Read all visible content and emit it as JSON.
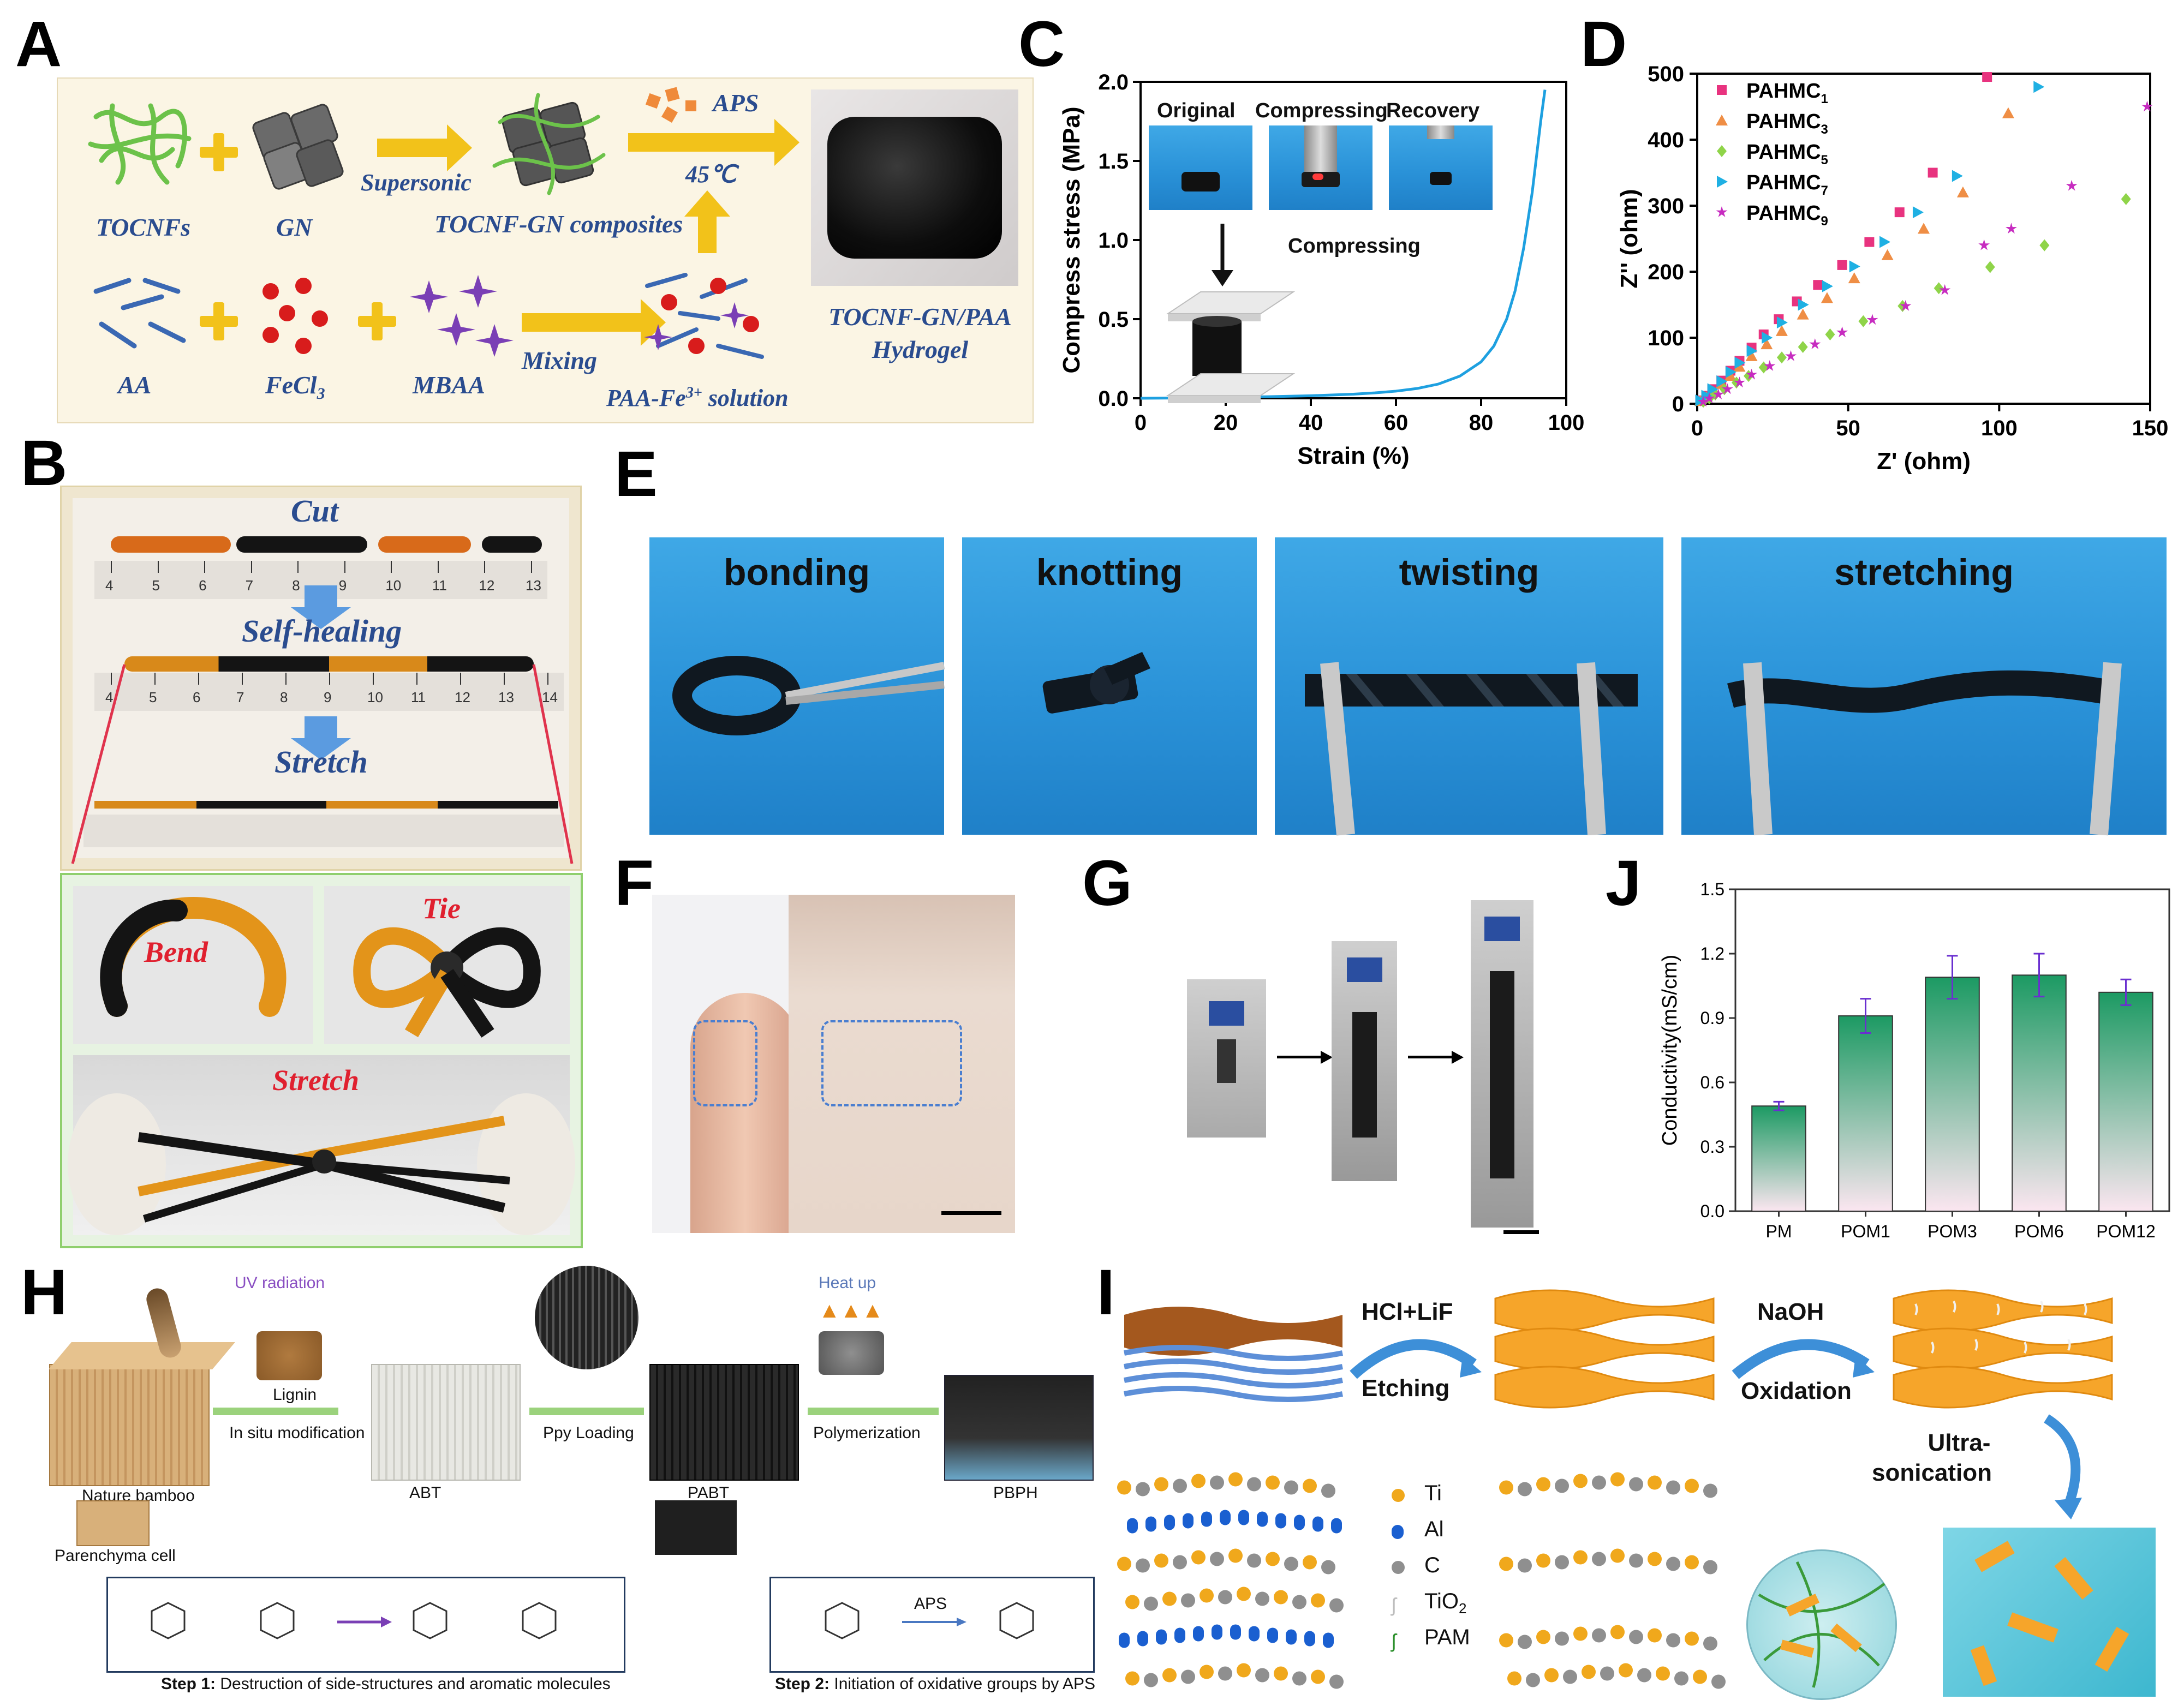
{
  "panel_labels": {
    "A": "A",
    "B": "B",
    "C": "C",
    "D": "D",
    "E": "E",
    "F": "F",
    "G": "G",
    "H": "H",
    "I": "I",
    "J": "J"
  },
  "panelA": {
    "tocnfs": "TOCNFs",
    "gn": "GN",
    "supersonic": "Supersonic",
    "composites": "TOCNF-GN composites",
    "aps": "APS",
    "temp": "45℃",
    "aa": "AA",
    "fecl3": "FeCl",
    "fecl3_sub": "3",
    "mbaa": "MBAA",
    "mixing": "Mixing",
    "solution": "PAA-Fe",
    "solution_sup": "3+",
    "solution_tail": " solution",
    "hydrogel_1": "TOCNF-GN/PAA",
    "hydrogel_2": "Hydrogel"
  },
  "panelB": {
    "cut": "Cut",
    "selfheal": "Self-healing",
    "stretch": "Stretch",
    "bend": "Bend",
    "tie": "Tie",
    "stretch2": "Stretch",
    "ruler1": [
      "4",
      "5",
      "6",
      "7",
      "8",
      "9",
      "10",
      "11",
      "12",
      "13"
    ],
    "ruler2": [
      "4",
      "5",
      "6",
      "7",
      "8",
      "9",
      "10",
      "11",
      "12",
      "13",
      "14"
    ]
  },
  "panelC": {
    "original": "Original",
    "compressing": "Compressing",
    "recovery": "Recovery",
    "arrow_label": "Compressing"
  },
  "panelE": {
    "labels": [
      "bonding",
      "knotting",
      "twisting",
      "stretching"
    ]
  },
  "panelH": {
    "uv": "UV radiation",
    "lignin": "Lignin",
    "insitu": "In situ modification",
    "bamboo": "Nature bamboo",
    "abt": "ABT",
    "ppy": "Ppy Loading",
    "pabt": "PABT",
    "heat": "Heat up",
    "poly": "Polymerization",
    "pbph": "PBPH",
    "parenchyma": "Parenchyma cell",
    "aps": "APS",
    "step1_bold": "Step 1:",
    "step1_text": " Destruction of side-structures and aromatic molecules",
    "step2_bold": "Step 2:",
    "step2_text": " Initiation of oxidative groups by APS"
  },
  "panelI": {
    "etch1": "HCl+LiF",
    "etch2": "Etching",
    "naoh": "NaOH",
    "oxid": "Oxidation",
    "ultra1": "Ultra-",
    "ultra2": "sonication",
    "legend": [
      "Ti",
      "Al",
      "C",
      "TiO",
      "PAM"
    ],
    "tio2_sub": "2"
  },
  "chart_data": [
    {
      "panel": "C",
      "type": "line",
      "xlabel": "Strain (%)",
      "ylabel": "Compress stress (MPa)",
      "xlim": [
        0,
        100
      ],
      "ylim": [
        0,
        2.0
      ],
      "xticks": [
        0,
        20,
        40,
        60,
        80,
        100
      ],
      "yticks": [
        0.0,
        0.5,
        1.0,
        1.5,
        2.0
      ],
      "series": [
        {
          "color": "#1ea0e0",
          "x": [
            0,
            10,
            20,
            30,
            40,
            50,
            55,
            60,
            65,
            70,
            75,
            80,
            83,
            86,
            88,
            90,
            92,
            94,
            95
          ],
          "y": [
            0,
            0.002,
            0.005,
            0.01,
            0.016,
            0.026,
            0.034,
            0.045,
            0.062,
            0.09,
            0.14,
            0.23,
            0.33,
            0.5,
            0.68,
            0.95,
            1.3,
            1.75,
            1.95
          ]
        }
      ]
    },
    {
      "panel": "D",
      "type": "scatter",
      "xlabel": "Z' (ohm)",
      "ylabel": "Z'' (ohm)",
      "xlim": [
        0,
        150
      ],
      "ylim": [
        0,
        500
      ],
      "xticks": [
        0,
        50,
        100,
        150
      ],
      "yticks": [
        0,
        100,
        200,
        300,
        400,
        500
      ],
      "legend_position": "top-left",
      "series": [
        {
          "name": "PAHMC",
          "sub": "1",
          "color": "#e8337f",
          "marker": "square",
          "x": [
            1,
            3,
            5,
            8,
            11,
            14,
            18,
            22,
            27,
            33,
            40,
            48,
            57,
            67,
            78,
            96
          ],
          "y": [
            5,
            12,
            22,
            35,
            50,
            65,
            85,
            105,
            128,
            155,
            180,
            210,
            245,
            290,
            350,
            495
          ]
        },
        {
          "name": "PAHMC",
          "sub": "3",
          "color": "#ef8e45",
          "marker": "triangle",
          "x": [
            1,
            3,
            5,
            8,
            11,
            14,
            18,
            23,
            28,
            35,
            43,
            52,
            63,
            75,
            88,
            103
          ],
          "y": [
            4,
            10,
            18,
            30,
            42,
            56,
            72,
            90,
            110,
            135,
            160,
            190,
            225,
            265,
            320,
            440
          ]
        },
        {
          "name": "PAHMC",
          "sub": "5",
          "color": "#8fd449",
          "marker": "diamond",
          "x": [
            2,
            4,
            6,
            9,
            13,
            17,
            22,
            28,
            35,
            44,
            55,
            68,
            80,
            97,
            115,
            142
          ],
          "y": [
            3,
            8,
            14,
            22,
            32,
            42,
            55,
            70,
            86,
            105,
            125,
            148,
            175,
            207,
            240,
            310
          ]
        },
        {
          "name": "PAHMC",
          "sub": "7",
          "color": "#1fb0e3",
          "marker": "triangle-right",
          "x": [
            1,
            3,
            5,
            8,
            11,
            14,
            18,
            23,
            28,
            35,
            43,
            52,
            62,
            73,
            86,
            113
          ],
          "y": [
            5,
            12,
            22,
            34,
            48,
            62,
            80,
            100,
            123,
            150,
            178,
            208,
            245,
            290,
            345,
            480
          ]
        },
        {
          "name": "PAHMC",
          "sub": "9",
          "color": "#c72cc0",
          "marker": "star",
          "x": [
            2,
            4,
            7,
            10,
            14,
            18,
            24,
            31,
            39,
            48,
            58,
            69,
            82,
            95,
            104,
            124,
            149
          ],
          "y": [
            3,
            8,
            14,
            22,
            32,
            44,
            57,
            72,
            90,
            108,
            127,
            148,
            172,
            240,
            265,
            330,
            450
          ]
        }
      ]
    },
    {
      "panel": "J",
      "type": "bar",
      "ylabel": "Conductivity(mS/cm)",
      "categories": [
        "PM",
        "POM1",
        "POM3",
        "POM6",
        "POM12"
      ],
      "values": [
        0.49,
        0.91,
        1.09,
        1.1,
        1.02
      ],
      "errors": [
        0.02,
        0.08,
        0.1,
        0.1,
        0.06
      ],
      "ylim": [
        0,
        1.5
      ],
      "yticks": [
        0.0,
        0.3,
        0.6,
        0.9,
        1.2,
        1.5
      ]
    }
  ]
}
